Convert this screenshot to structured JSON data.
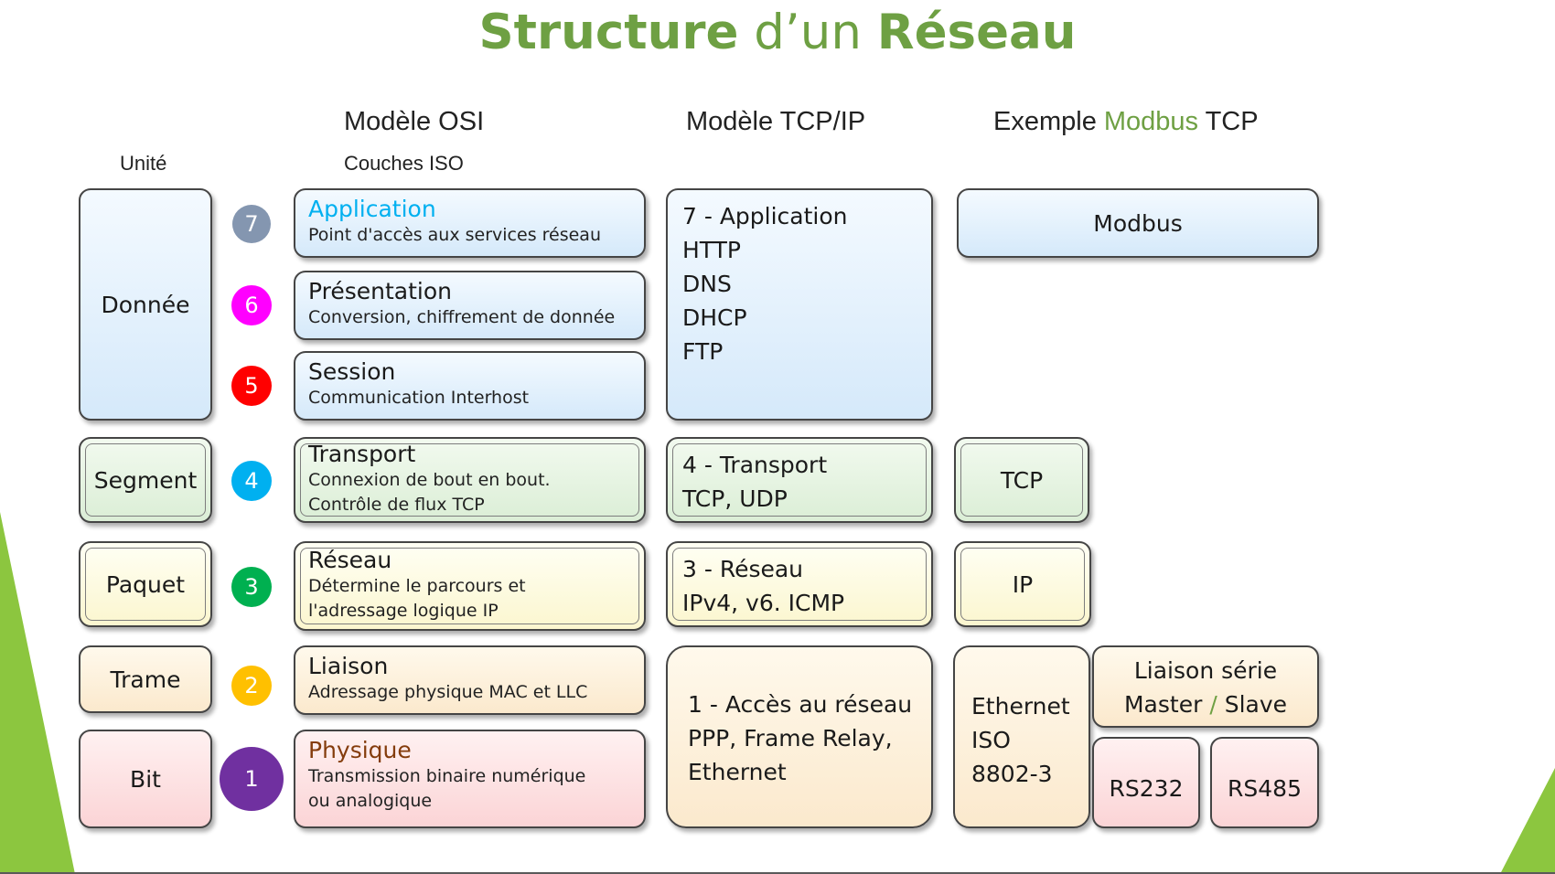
{
  "title": {
    "part1": "Structure",
    "part2": " d’un ",
    "part3": "Réseau"
  },
  "headers": {
    "osi": "Modèle OSI",
    "osi_sub": "Couches ISO",
    "tcpip": "Modèle TCP/IP",
    "example_prefix": "Exemple ",
    "example_brand": "Modbus",
    "example_suffix": " TCP",
    "unit": "Unité"
  },
  "units": [
    "Donnée",
    "Segment",
    "Paquet",
    "Trame",
    "Bit"
  ],
  "layer_numbers": [
    {
      "n": "7",
      "color": "#8496b0"
    },
    {
      "n": "6",
      "color": "#ff00ff"
    },
    {
      "n": "5",
      "color": "#ff0000"
    },
    {
      "n": "4",
      "color": "#00b0f0"
    },
    {
      "n": "3",
      "color": "#00b050"
    },
    {
      "n": "2",
      "color": "#ffc000"
    },
    {
      "n": "1",
      "color": "#7030a0"
    }
  ],
  "osi_layers": [
    {
      "name": "Application",
      "desc": [
        "Point d'accès aux services réseau"
      ]
    },
    {
      "name": "Présentation",
      "desc": [
        "Conversion, chiffrement de donnée"
      ]
    },
    {
      "name": "Session",
      "desc": [
        "Communication Interhost"
      ]
    },
    {
      "name": "Transport",
      "desc": [
        "Connexion de bout en bout.",
        "Contrôle de flux TCP"
      ]
    },
    {
      "name": "Réseau",
      "desc": [
        "Détermine le parcours et",
        "l'adressage logique IP"
      ]
    },
    {
      "name": "Liaison",
      "desc": [
        "Adressage physique MAC et LLC"
      ]
    },
    {
      "name": "Physique",
      "desc": [
        "Transmission binaire numérique",
        "ou analogique"
      ]
    }
  ],
  "osi_name_colors": {
    "application": "#00b0f0",
    "physique": "#843c0c"
  },
  "tcpip_layers": [
    {
      "lines": [
        "7 - Application",
        "HTTP",
        "DNS",
        "DHCP",
        "FTP"
      ]
    },
    {
      "lines": [
        "4 - Transport",
        "TCP, UDP"
      ]
    },
    {
      "lines": [
        "3 - Réseau",
        "IPv4, v6. ICMP"
      ]
    },
    {
      "lines": [
        "1 - Accès au réseau",
        "PPP, Frame Relay,",
        "Ethernet"
      ]
    }
  ],
  "modbus": {
    "application": "Modbus",
    "transport": "TCP",
    "network": "IP",
    "ethernet": [
      "Ethernet",
      "ISO",
      "8802-3"
    ],
    "serial_line1": "Liaison série",
    "serial_master": "Master",
    "serial_slash": " / ",
    "serial_slave": "Slave",
    "rs232": "RS232",
    "rs485": "RS485"
  },
  "colors": {
    "title_green": "#6ea043"
  }
}
